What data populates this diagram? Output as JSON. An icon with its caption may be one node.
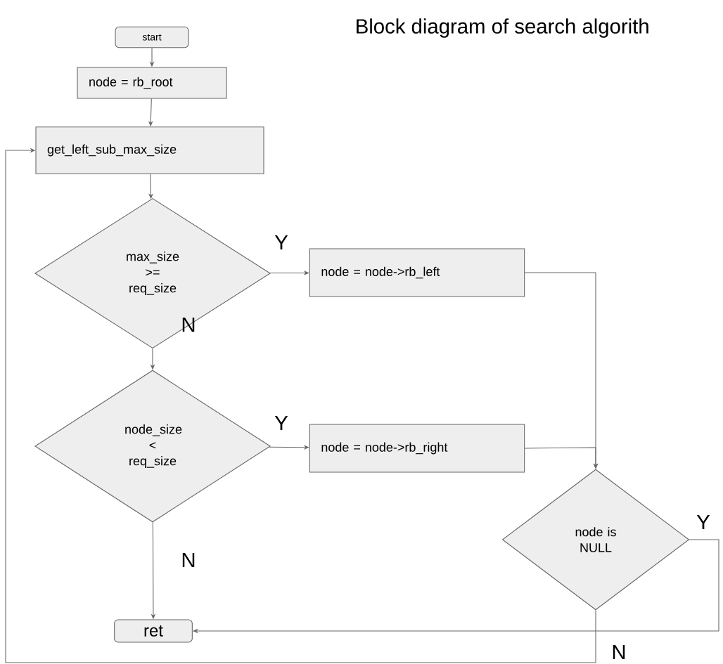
{
  "diagram": {
    "title": "Block diagram of search algorith",
    "nodes": [
      {
        "text": [
          "start"
        ]
      },
      {
        "text": [
          "node = rb_root"
        ]
      },
      {
        "text": [
          "get_left_sub_max_size"
        ]
      },
      {
        "text": [
          "max_size >= req_size"
        ]
      },
      {
        "text": [
          "node = node->rb_left"
        ]
      },
      {
        "text": [
          "node_size < req_size"
        ]
      },
      {
        "text": [
          "node = node->rb_right"
        ]
      },
      {
        "text": [
          "node is NULL"
        ]
      },
      {
        "text": [
          "ret"
        ]
      }
    ],
    "edges": [
      {
        "from": 0,
        "to": 1,
        "arrow": "to"
      },
      {
        "from": 1,
        "to": 2,
        "arrow": "to"
      },
      {
        "from": 2,
        "to": 3,
        "arrow": "to"
      },
      {
        "from": 3,
        "to": 4,
        "arrow": "to",
        "label": "Y"
      },
      {
        "from": 3,
        "to": 5,
        "arrow": "to",
        "label": "N"
      },
      {
        "from": 5,
        "to": 6,
        "arrow": "to",
        "label": "Y"
      },
      {
        "from": 5,
        "to": 8,
        "arrow": "to",
        "label": "N"
      },
      {
        "from": 4,
        "to": 7,
        "arrow": "to"
      },
      {
        "from": 6,
        "to": 7,
        "arrow": "to"
      },
      {
        "from": 7,
        "to": 8,
        "arrow": "to",
        "label": "Y"
      },
      {
        "from": 7,
        "to": 2,
        "arrow": "to",
        "label": "N"
      }
    ]
  }
}
